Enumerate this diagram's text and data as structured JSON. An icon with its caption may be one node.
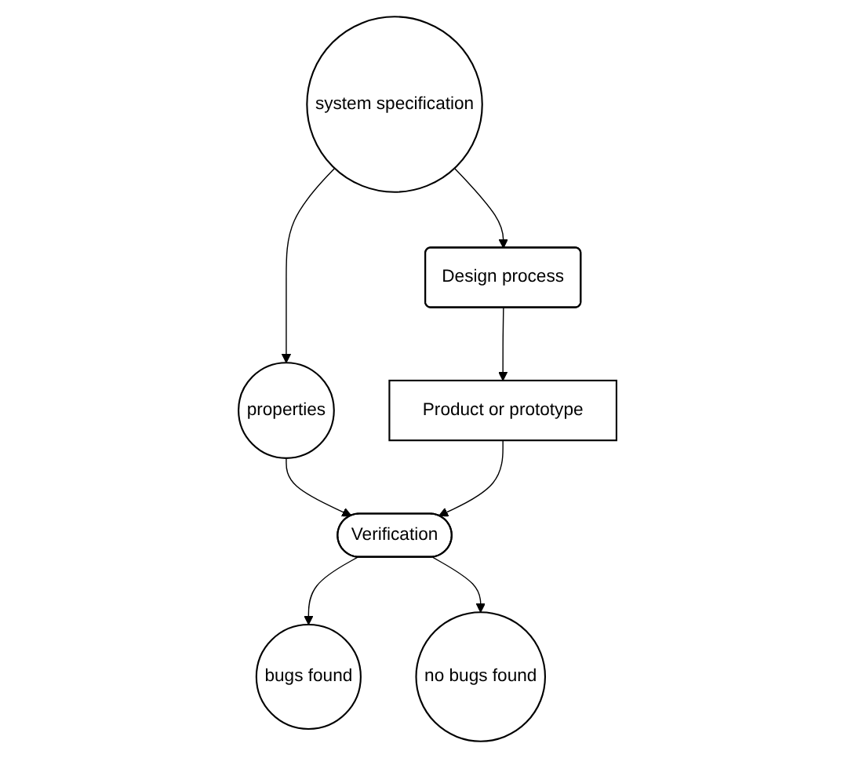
{
  "diagram": {
    "nodes": [
      {
        "text": [
          "system specification"
        ]
      },
      {
        "text": [
          "Design process"
        ]
      },
      {
        "text": [
          "properties"
        ]
      },
      {
        "text": [
          "Product or prototype"
        ]
      },
      {
        "text": [
          "Verification"
        ]
      },
      {
        "text": [
          "bugs found"
        ]
      },
      {
        "text": [
          "no bugs found"
        ]
      }
    ],
    "edges": [
      {
        "from": 0,
        "to": 1,
        "arrow": "to"
      },
      {
        "from": 0,
        "to": 2,
        "arrow": "to"
      },
      {
        "from": 1,
        "to": 3,
        "arrow": "to"
      },
      {
        "from": 2,
        "to": 4,
        "arrow": "to"
      },
      {
        "from": 3,
        "to": 4,
        "arrow": "to"
      },
      {
        "from": 4,
        "to": 5,
        "arrow": "to"
      },
      {
        "from": 4,
        "to": 6,
        "arrow": "to"
      }
    ]
  }
}
